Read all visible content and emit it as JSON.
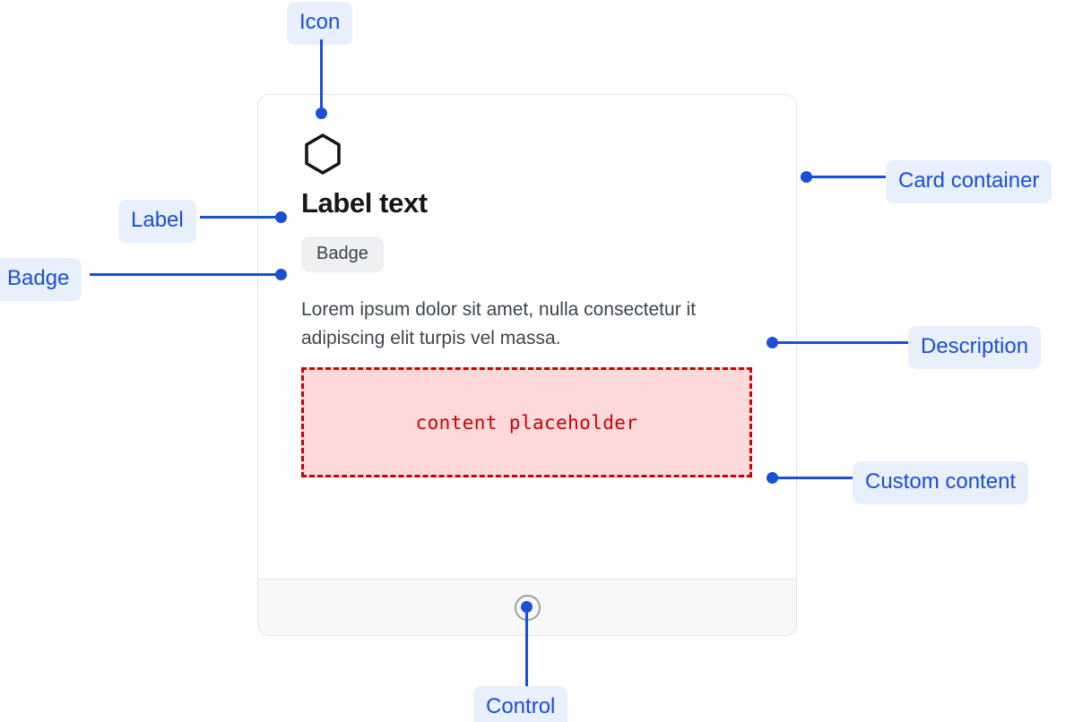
{
  "card": {
    "icon": "hexagon-icon",
    "title": "Label text",
    "badge": "Badge",
    "description": "Lorem ipsum dolor sit amet, nulla consectetur it adipiscing elit turpis vel massa.",
    "placeholder_text": "content placeholder",
    "footer_control": "radio-circle-icon"
  },
  "annotations": {
    "icon": "Icon",
    "label": "Label",
    "badge": "Badge",
    "card_container": "Card container",
    "description": "Description",
    "custom_content": "Custom content",
    "control": "Control"
  },
  "colors": {
    "annotation_text": "#1a4fd6",
    "annotation_chip_bg": "#e8f0fe",
    "card_border": "#e3e4e6",
    "badge_bg": "#eef0f2",
    "placeholder_bg": "#fdd9d9",
    "placeholder_border": "#cc0000",
    "placeholder_text": "#cc0000",
    "footer_bg": "#f8f8f8",
    "title_text": "#14161a",
    "description_text": "#3e444c"
  }
}
